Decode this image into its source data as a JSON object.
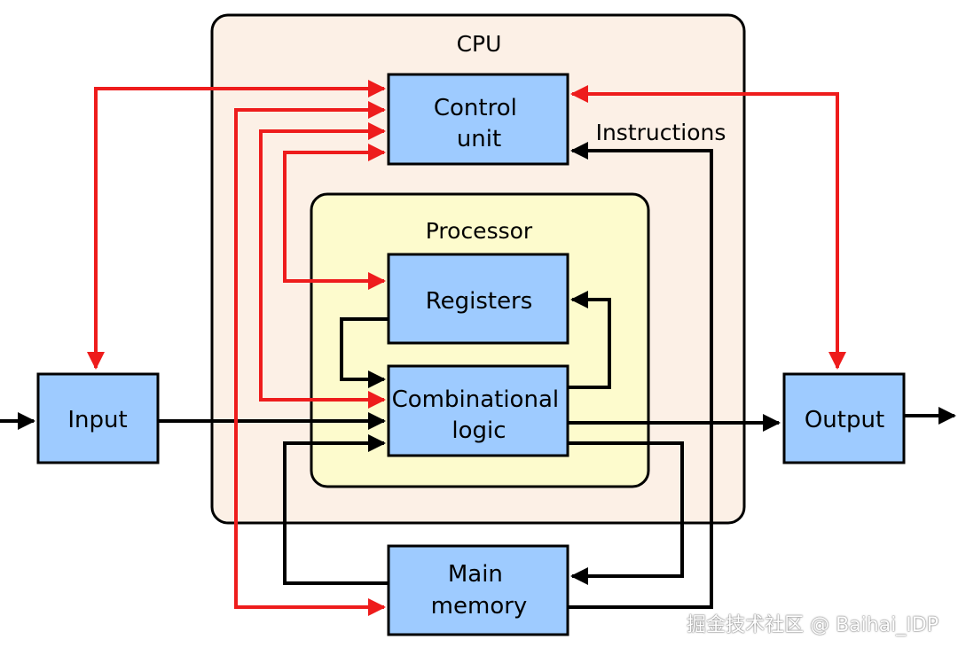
{
  "groups": {
    "cpu": "CPU",
    "processor": "Processor"
  },
  "boxes": {
    "control_unit": [
      "Control",
      "unit"
    ],
    "registers": "Registers",
    "combinational_logic": [
      "Combinational",
      "logic"
    ],
    "input": "Input",
    "output": "Output",
    "main_memory": [
      "Main",
      "memory"
    ]
  },
  "labels": {
    "instructions": "Instructions"
  },
  "watermark": "掘金技术社区 @ Baihai_IDP",
  "colors": {
    "cpu_fill": "#fcf0e6",
    "processor_fill": "#fdfbcd",
    "box_fill": "#9ecbff",
    "control_line": "#ee1c1c",
    "data_line": "#000000"
  }
}
